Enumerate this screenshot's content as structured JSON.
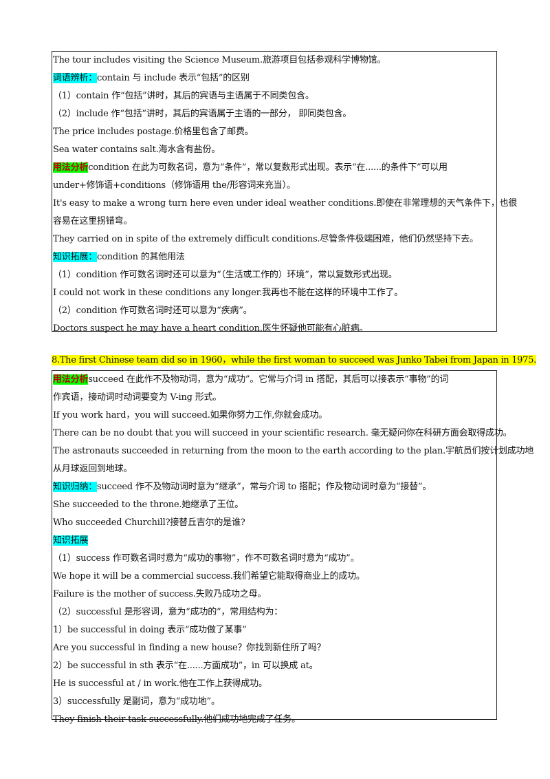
{
  "section1": {
    "lines": [
      {
        "segments": [
          {
            "text": "The tour includes visiting the Science Museum.旅游项目包括参观科学博物馆。"
          }
        ]
      },
      {
        "segments": [
          {
            "text": "词语辨析：",
            "style": "cyan"
          },
          {
            "text": "contain 与 include 表示“包括”的区别"
          }
        ]
      },
      {
        "segments": [
          {
            "text": "（1）contain 作“包括”讲时，其后的宾语与主语属于不同类包含。"
          }
        ]
      },
      {
        "segments": [
          {
            "text": "（2）include 作“包括”讲时，其后的宾语属于主语的一部分，  即同类包含。"
          }
        ]
      },
      {
        "segments": [
          {
            "text": "The price includes postage.价格里包含了邮费。"
          }
        ]
      },
      {
        "segments": [
          {
            "text": "Sea water contains salt.海水含有盐份。"
          }
        ]
      },
      {
        "segments": [
          {
            "text": "用法分析",
            "style": "green"
          },
          {
            "text": "condition 在此为可数名词，意为“条件”，常以复数形式出现。表示“在......的条件下”可以用"
          }
        ]
      },
      {
        "segments": [
          {
            "text": "under+修饰语+conditions（修饰语用 the/形容词来充当）。"
          }
        ]
      },
      {
        "segments": [
          {
            "text": "It's easy to make a wrong turn here even under ideal weather conditions.即使在非常理想的天气条件下，也很"
          }
        ]
      },
      {
        "segments": [
          {
            "text": "容易在这里拐错弯。"
          }
        ]
      },
      {
        "segments": [
          {
            "text": "They carried on in spite of the extremely difficult conditions.尽管条件极端困难，他们仍然坚持下去。"
          }
        ]
      },
      {
        "segments": [
          {
            "text": "知识拓展：",
            "style": "cyan"
          },
          {
            "text": "condition 的其他用法"
          }
        ]
      },
      {
        "segments": [
          {
            "text": "（1）condition 作可数名词时还可以意为“（生活或工作的）环境”，常以复数形式出现。"
          }
        ]
      },
      {
        "segments": [
          {
            "text": "I could not work in these conditions any longer.我再也不能在这样的环境中工作了。"
          }
        ]
      },
      {
        "segments": [
          {
            "text": "（2）condition 作可数名词时还可以意为“疾病”。"
          }
        ]
      },
      {
        "segments": [
          {
            "text": "Doctors suspect he may have a heart condition.医生怀疑他可能有心脏病。"
          }
        ]
      }
    ]
  },
  "heading8": "8.The first Chinese team did so in 1960，while the first woman to succeed was Junko Tabei from Japan in 1975.",
  "section2": {
    "lines": [
      {
        "segments": [
          {
            "text": "用法分析",
            "style": "green"
          },
          {
            "text": "succeed 在此作不及物动词，意为“成功”。它常与介词 in 搭配，其后可以接表示“事物”的词"
          }
        ]
      },
      {
        "segments": [
          {
            "text": "作宾语，接动词时动词要变为 V-ing 形式。"
          }
        ]
      },
      {
        "segments": [
          {
            "text": "If you work hard，you will succeed.如果你努力工作,你就会成功。"
          }
        ]
      },
      {
        "segments": [
          {
            "text": "There can be no doubt that you will succeed in your scientific research.  毫无疑问你在科研方面会取得成功。"
          }
        ]
      },
      {
        "segments": [
          {
            "text": "The astronauts succeeded in returning from the moon to the earth according to the plan.宇航员们按计划成功地"
          }
        ]
      },
      {
        "segments": [
          {
            "text": "从月球返回到地球。"
          }
        ]
      },
      {
        "segments": [
          {
            "text": "知识归纳：",
            "style": "cyan"
          },
          {
            "text": "succeed 作不及物动词时意为“继承”，常与介词 to 搭配；作及物动词时意为“接替”。"
          }
        ]
      },
      {
        "segments": [
          {
            "text": "She succeeded to the throne.她继承了王位。"
          }
        ]
      },
      {
        "segments": [
          {
            "text": "Who succeeded Churchill?接替丘吉尔的是谁?"
          }
        ]
      },
      {
        "segments": [
          {
            "text": "知识拓展",
            "style": "cyan"
          }
        ]
      },
      {
        "segments": [
          {
            "text": "（1）success 作可数名词时意为“成功的事物”，作不可数名词时意为“成功”。"
          }
        ]
      },
      {
        "segments": [
          {
            "text": "We hope it will be a commercial success.我们希望它能取得商业上的成功。"
          }
        ]
      },
      {
        "segments": [
          {
            "text": "Failure is the mother of success.失败乃成功之母。"
          }
        ]
      },
      {
        "segments": [
          {
            "text": "（2）successful 是形容词，意为“成功的”，常用结构为："
          }
        ]
      },
      {
        "segments": [
          {
            "text": "1）be successful in doing  表示“成功做了某事”"
          }
        ]
      },
      {
        "segments": [
          {
            "text": "Are  you successful in finding a new house？你找到新住所了吗？"
          }
        ]
      },
      {
        "segments": [
          {
            "text": "2）be successful in sth 表示“在......方面成功”，in 可以换成 at。"
          }
        ]
      },
      {
        "segments": [
          {
            "text": "He is successful at / in work.他在工作上获得成功。"
          }
        ]
      },
      {
        "segments": [
          {
            "text": "3）successfully 是副词，意为“成功地”。"
          }
        ]
      },
      {
        "segments": [
          {
            "text": "They finish their task successfully.他们成功地完成了任务。"
          }
        ]
      }
    ]
  }
}
